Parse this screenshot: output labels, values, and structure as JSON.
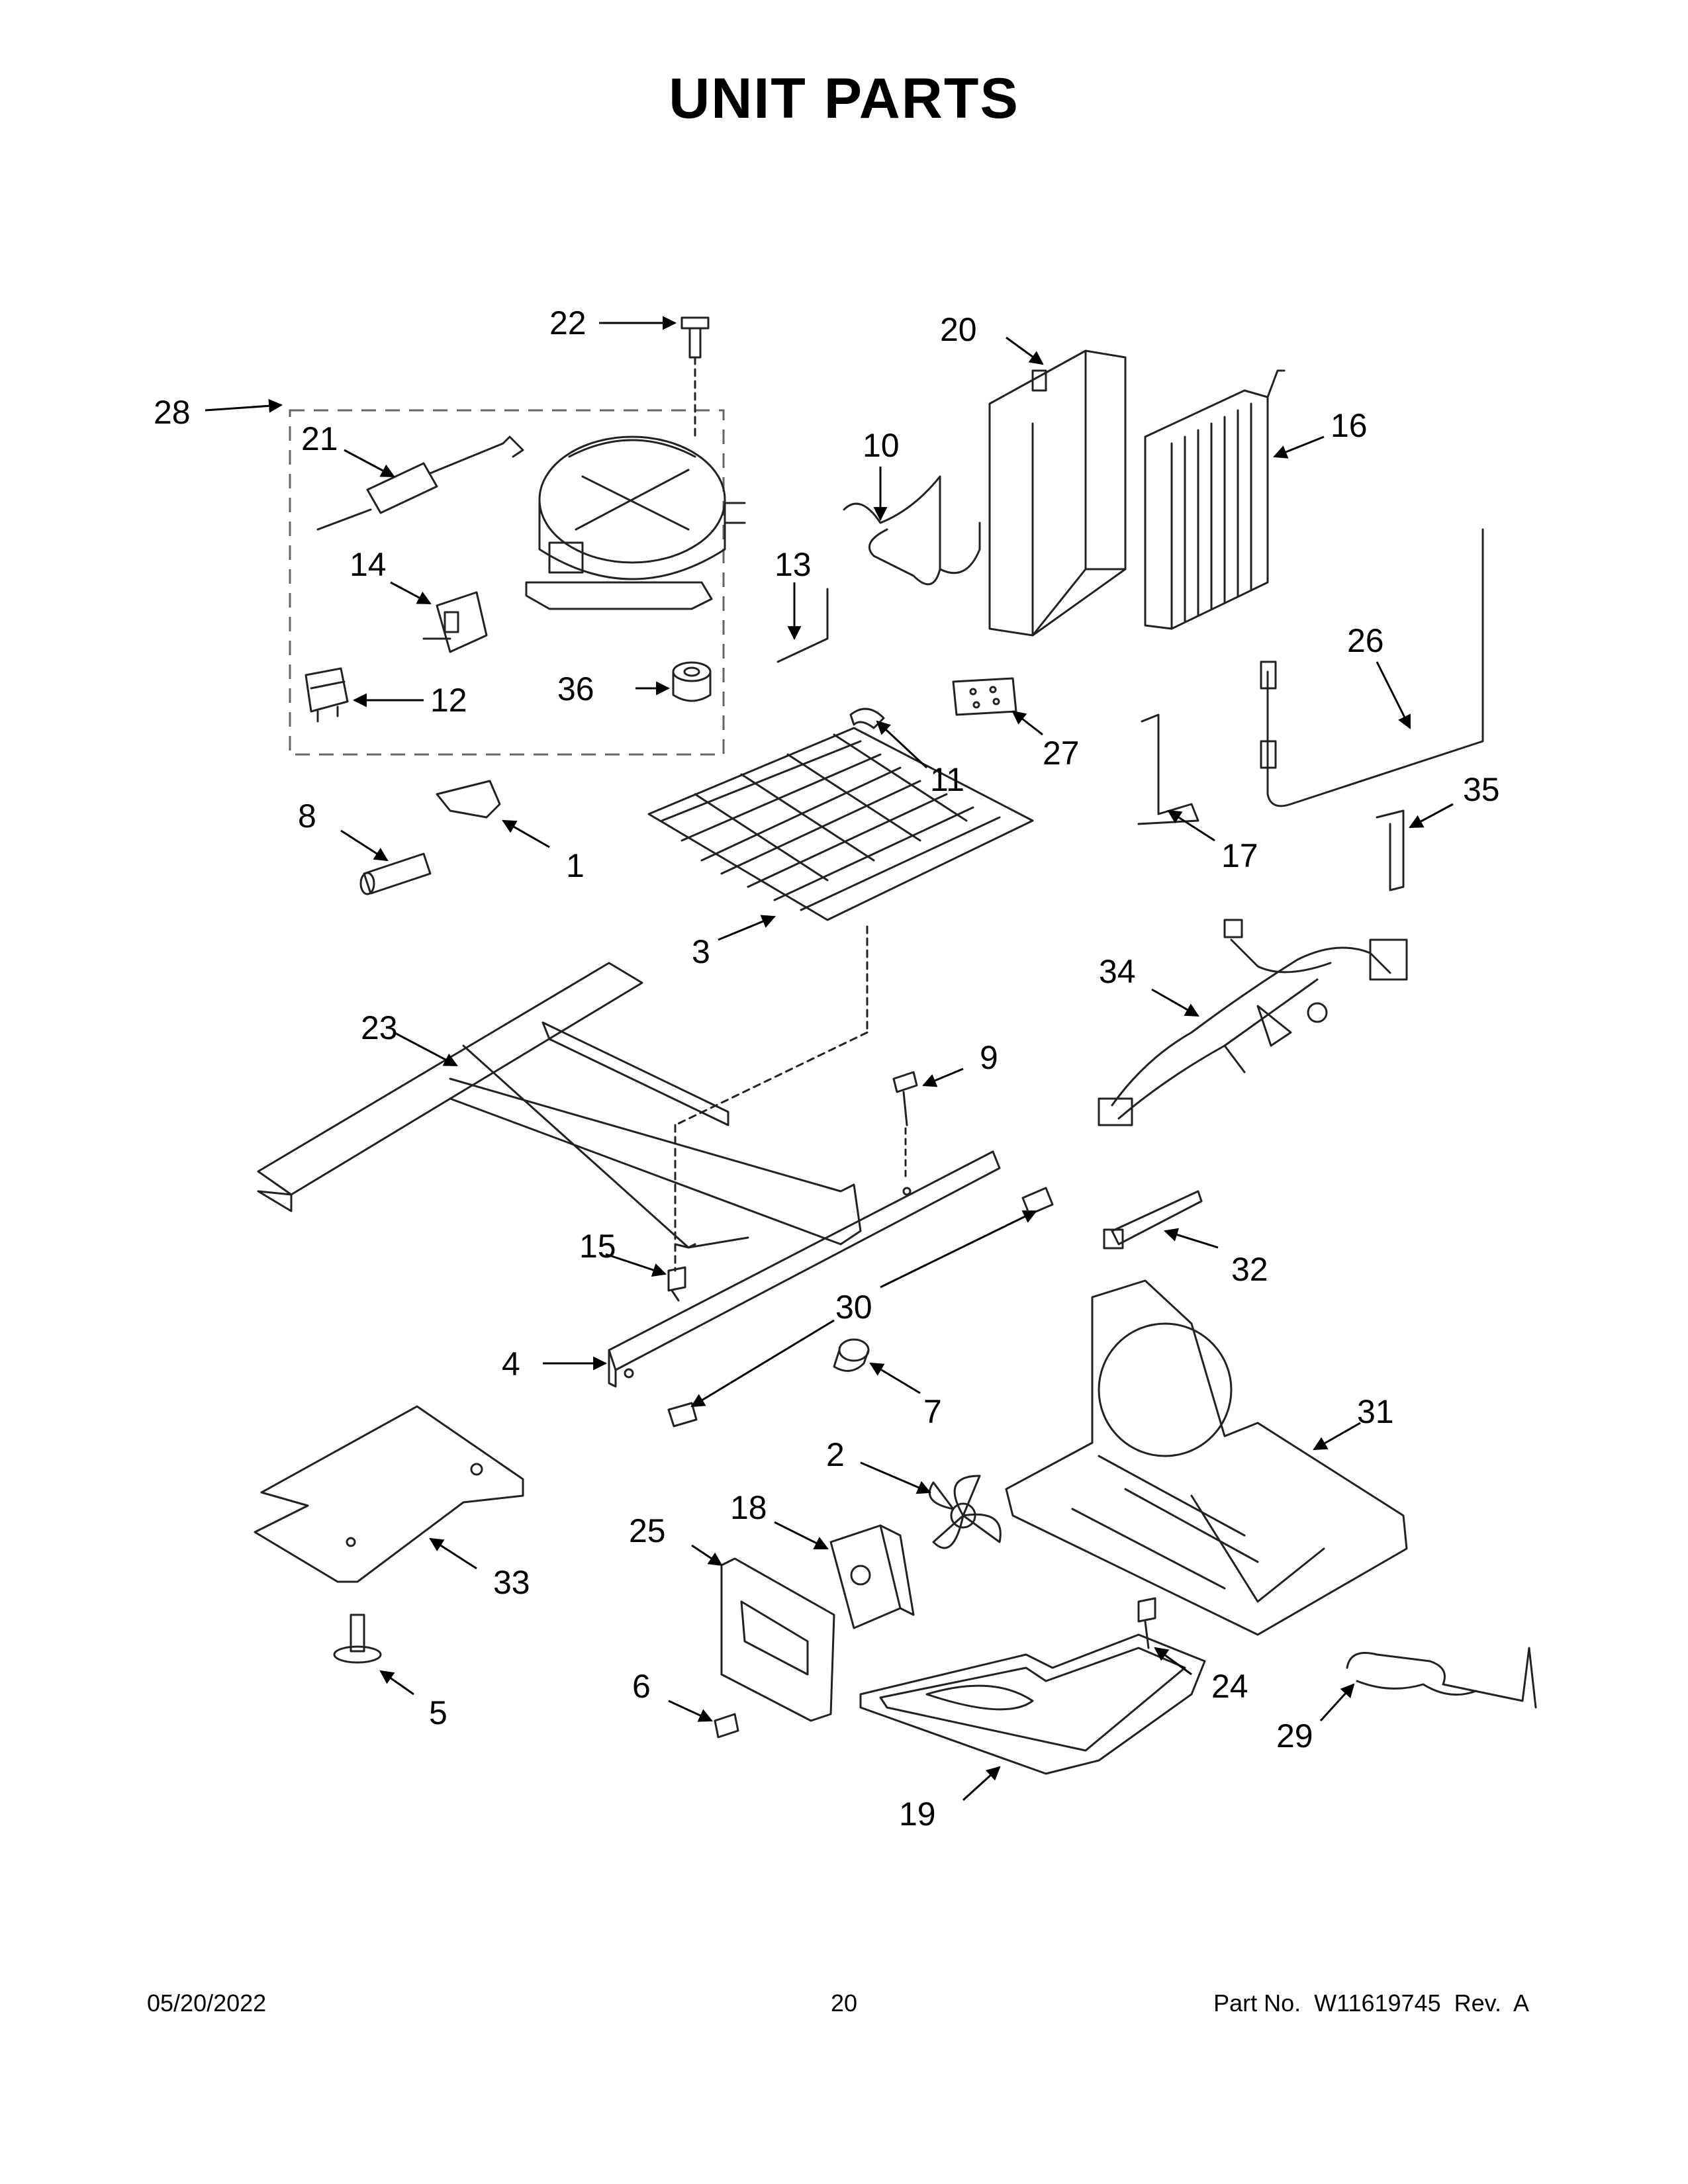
{
  "title": "UNIT PARTS",
  "footer": {
    "date": "05/20/2022",
    "page": "20",
    "part_no": "Part No.  W11619745  Rev.  A"
  },
  "callouts": [
    "1",
    "2",
    "3",
    "4",
    "5",
    "6",
    "7",
    "8",
    "9",
    "10",
    "11",
    "12",
    "13",
    "14",
    "15",
    "16",
    "17",
    "18",
    "19",
    "20",
    "21",
    "22",
    "23",
    "24",
    "25",
    "26",
    "27",
    "28",
    "29",
    "30",
    "31",
    "32",
    "33",
    "34",
    "35",
    "36"
  ]
}
